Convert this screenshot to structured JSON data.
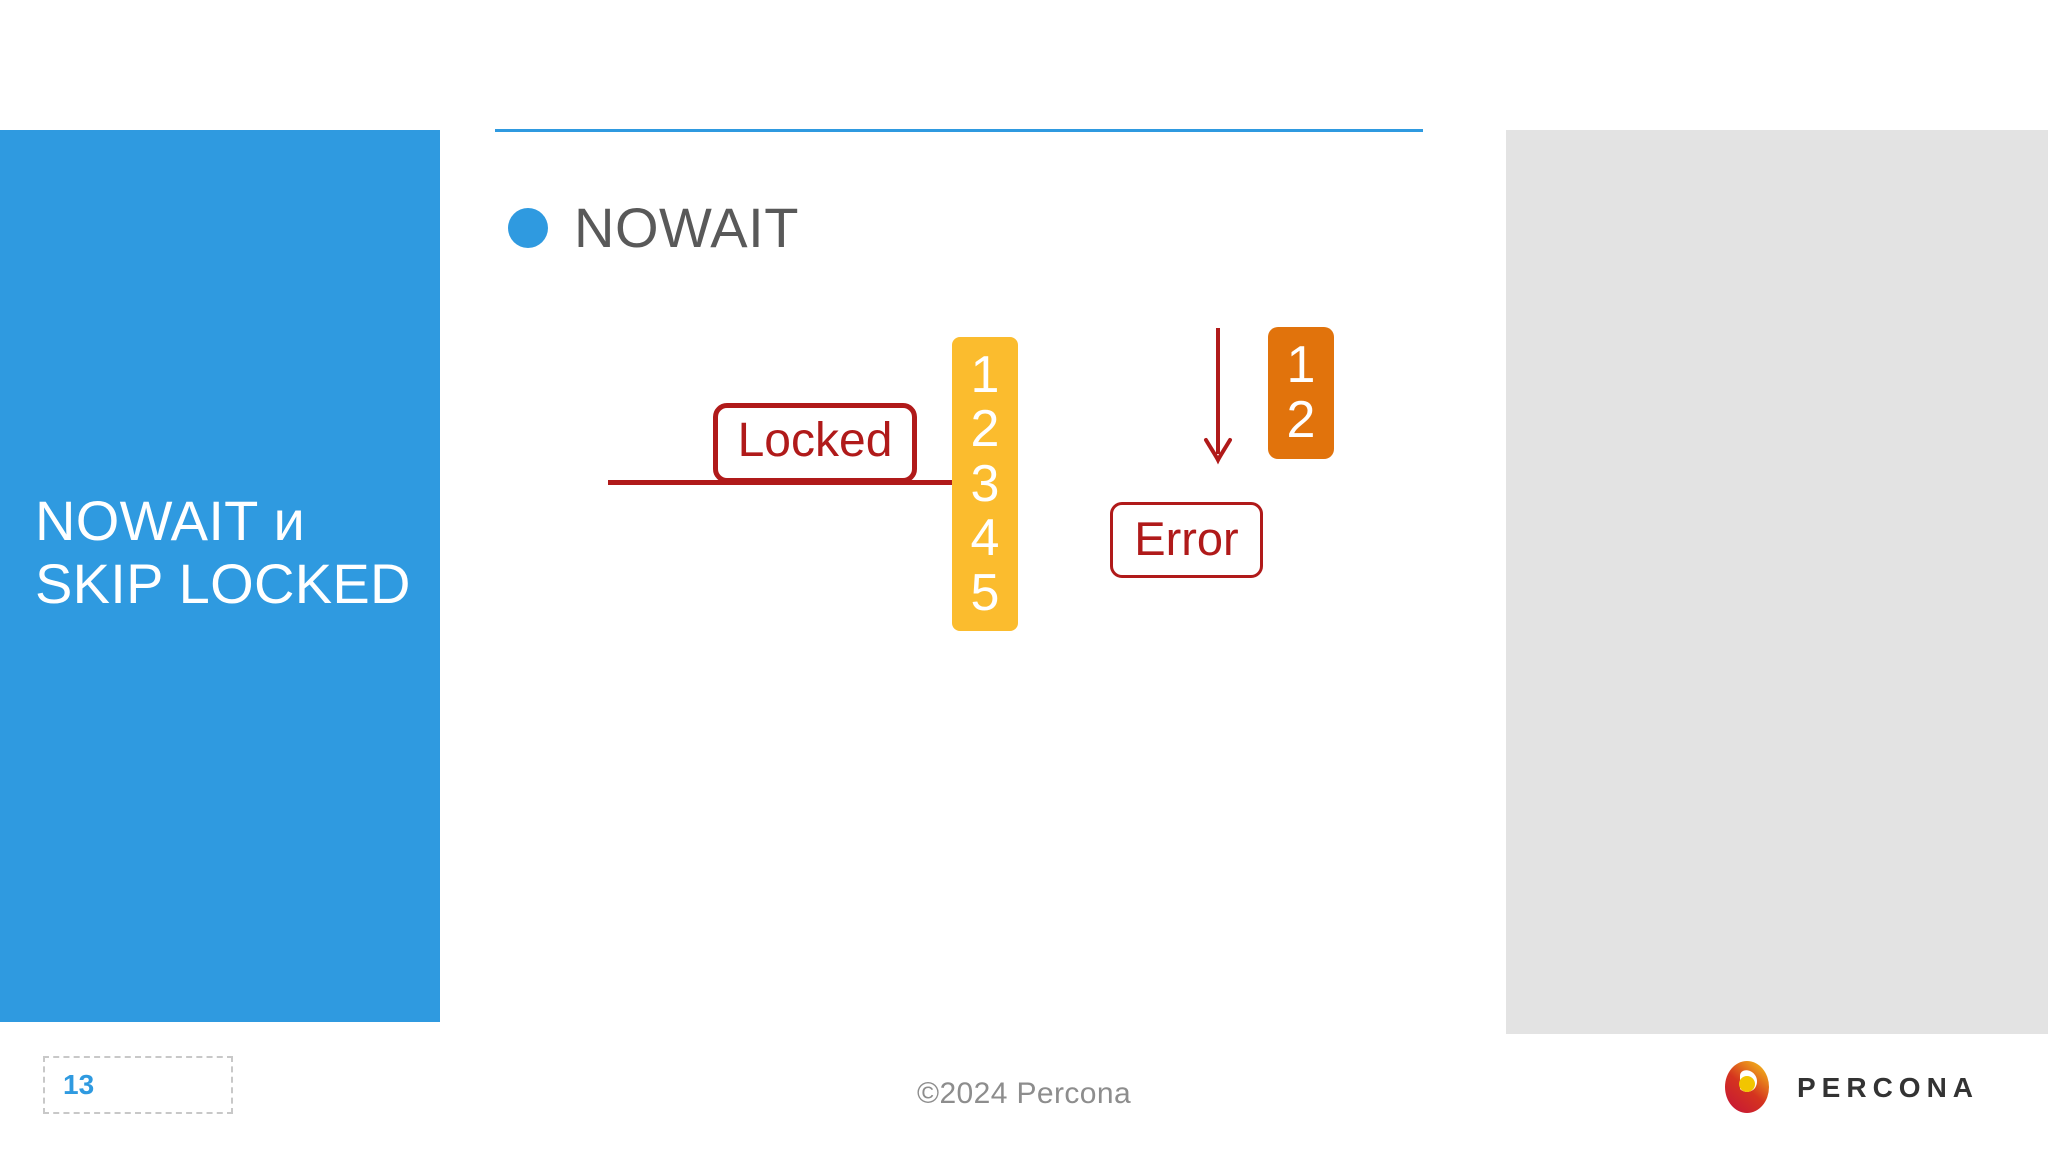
{
  "slide": {
    "title": "NOWAIT и\nSKIP LOCKED",
    "header_rule_color": "#2f9ae0",
    "panel_color": "#2f9ae0"
  },
  "bullet": {
    "icon": "bullet-dot-icon",
    "label": "NOWAIT"
  },
  "diagram": {
    "type": "flow",
    "locked_label": "Locked",
    "error_label": "Error",
    "yellow_rows": [
      "1",
      "2",
      "3",
      "4",
      "5"
    ],
    "orange_rows": [
      "1",
      "2"
    ],
    "colors": {
      "red": "#b01a1a",
      "yellow": "#fbbc2e",
      "orange": "#e1730c"
    },
    "arrows": {
      "horizontal": "right-arrow-icon",
      "vertical": "down-arrow-icon"
    }
  },
  "footer": {
    "page_number": "13",
    "copyright": "©2024 Percona",
    "logo_text": "PERCONA",
    "logo_icon": "percona-logo-icon"
  }
}
